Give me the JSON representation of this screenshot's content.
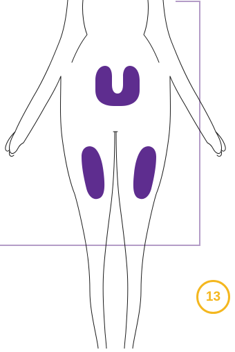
{
  "diagram": {
    "page_number": "13",
    "colors": {
      "frame": "#b49cc7",
      "injection_site": "#5e2d8f",
      "outline": "#1a1a1a",
      "badge": "#f4b71f"
    },
    "injection_sites": [
      "abdomen",
      "left-thigh",
      "right-thigh"
    ]
  }
}
